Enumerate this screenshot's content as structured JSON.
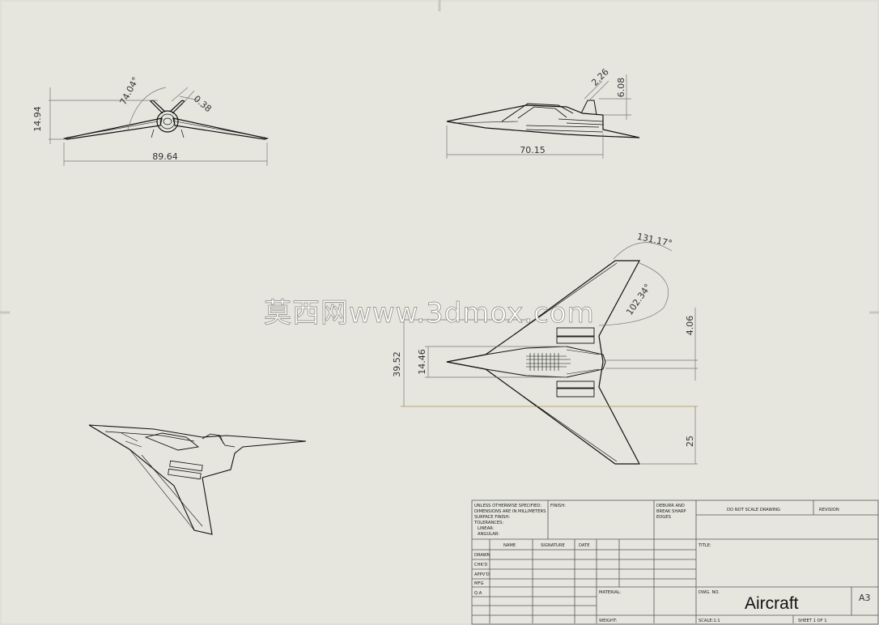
{
  "watermark": "莫西网www.3dmox.com",
  "views": {
    "front": {
      "dims": {
        "height": "14.94",
        "span": "89.64",
        "angle": "74.04°",
        "thickness": "0.38"
      }
    },
    "side": {
      "dims": {
        "small": "2.26",
        "fin_height": "6.08",
        "length": "70.15"
      }
    },
    "top": {
      "dims": {
        "sweep_angle": "131.17°",
        "trailing_angle": "102.34°",
        "overall_width": "39.52",
        "fuselage_width": "14.46",
        "offset": "4.06",
        "wing_chord": "25"
      }
    }
  },
  "title_block": {
    "notes": [
      "UNLESS OTHERWISE SPECIFIED:",
      "DIMENSIONS ARE IN MILLIMETERS",
      "SURFACE FINISH:",
      "TOLERANCES:",
      "LINEAR:",
      "ANGULAR:"
    ],
    "finish_label": "FINISH:",
    "deburr": [
      "DEBURR AND",
      "BREAK SHARP",
      "EDGES"
    ],
    "do_not_scale": "DO NOT SCALE DRAWING",
    "revision_label": "REVISION",
    "title_label": "TITLE:",
    "col_headers": [
      "NAME",
      "SIGNATURE",
      "DATE"
    ],
    "row_labels": [
      "DRAWN",
      "CHK'D",
      "APPV'D",
      "MFG",
      "Q.A"
    ],
    "material_label": "MATERIAL:",
    "dwg_no_label": "DWG. NO.",
    "drawing_name": "Aircraft",
    "sheet_size": "A3",
    "weight_label": "WEIGHT:",
    "scale_label": "SCALE:1:1",
    "sheet_label": "SHEET 1 OF 1"
  }
}
